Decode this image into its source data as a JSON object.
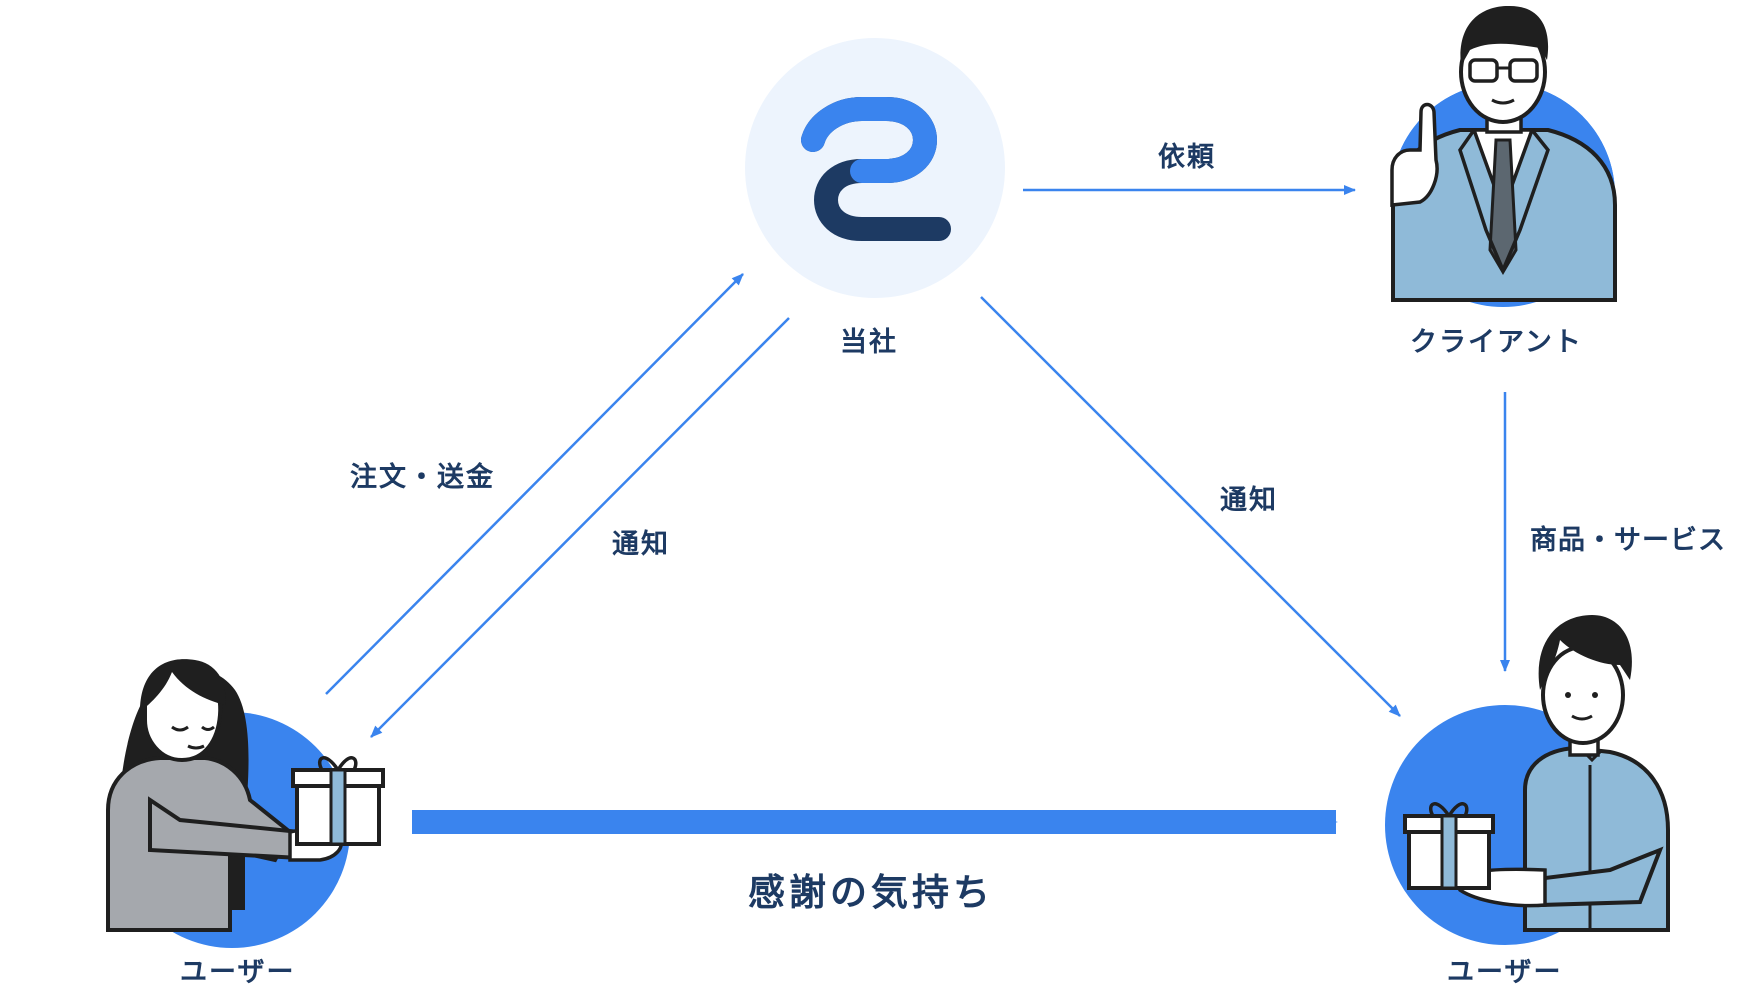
{
  "nodes": {
    "company": {
      "label": "当社"
    },
    "client": {
      "label": "クライアント"
    },
    "user_left": {
      "label": "ユーザー"
    },
    "user_right": {
      "label": "ユーザー"
    }
  },
  "edges": {
    "request": "依頼",
    "order_payment": "注文・送金",
    "notify_left": "通知",
    "notify_right": "通知",
    "product_service": "商品・サービス",
    "gratitude": "感謝の気持ち"
  },
  "colors": {
    "accent": "#3a84ee",
    "text": "#1d3a63",
    "logo_dark": "#1d3a63",
    "logo_bg": "#edf4fd",
    "person_outline": "#1f1f1f",
    "suit": "#8fbad8",
    "sweater": "#a5a8ad"
  }
}
